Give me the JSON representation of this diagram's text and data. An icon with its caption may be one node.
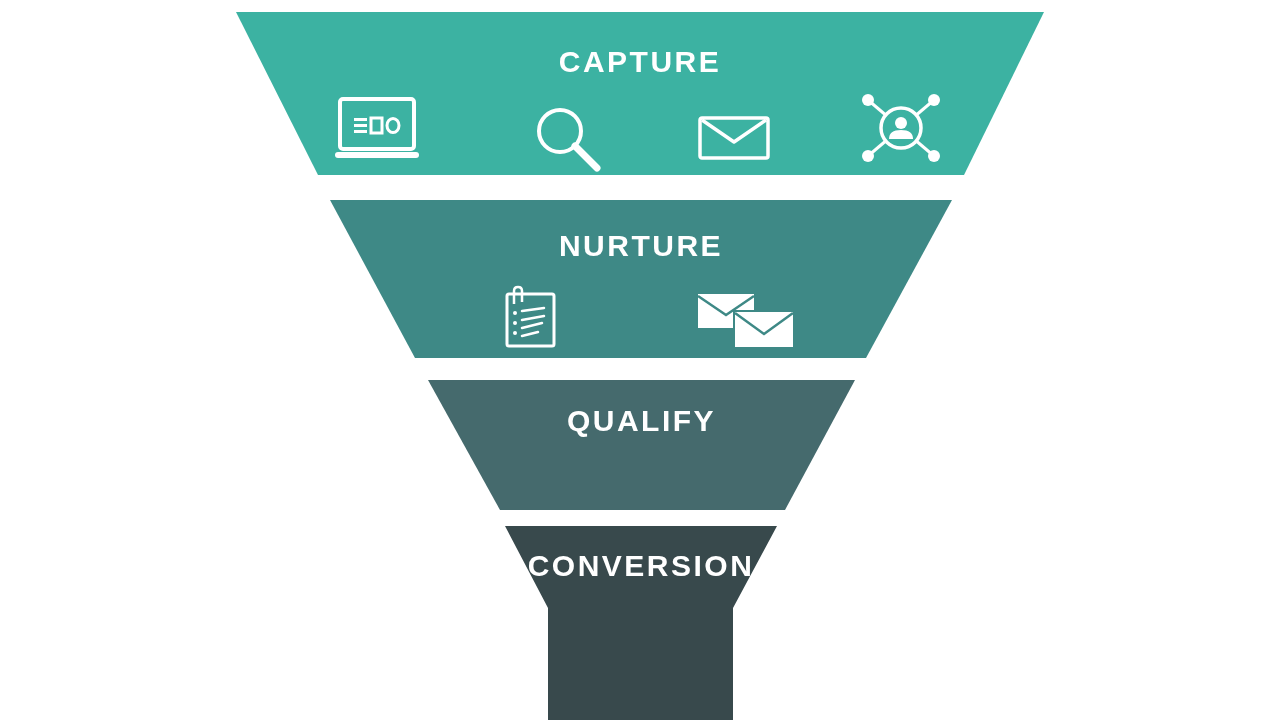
{
  "diagram": {
    "nodes": [
      {
        "text": [
          "CAPTURE"
        ]
      },
      {
        "text": [
          "NURTURE"
        ]
      },
      {
        "text": [
          "QUALIFY"
        ]
      },
      {
        "text": [
          "CONVERSION"
        ]
      }
    ]
  }
}
